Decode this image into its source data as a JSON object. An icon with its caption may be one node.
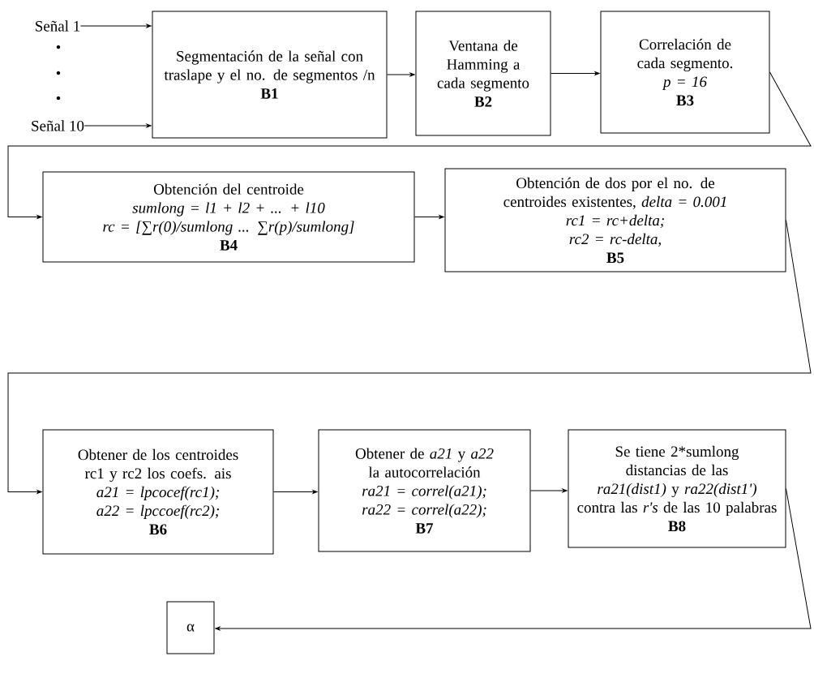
{
  "diagram": {
    "nodes": [
      {
        "text": [
          "Señal 1"
        ]
      },
      {
        "text": [
          "Señal 10"
        ]
      },
      {
        "text": [
          "Segmentación de la señal con traslape y el no. de segmentos /n",
          "B1"
        ]
      },
      {
        "text": [
          "Ventana de Hamming a cada segmento",
          "B2"
        ]
      },
      {
        "text": [
          "Correlación de cada segmento.",
          "p = 16",
          "B3"
        ]
      },
      {
        "text": [
          "Obtención del centroide",
          "sumlong = l1 + l2 + ... + l10",
          "rc = [∑r(0)/sumlong ... ∑r(p)/sumlong]",
          "B4"
        ]
      },
      {
        "text": [
          "Obtención de dos por el no. de centroides existentes, *delta = 0.001*",
          "rc1 = rc+delta;",
          "rc2 = rc-delta,",
          "B5"
        ]
      },
      {
        "text": [
          "Obtener de los centroides rc1 y rc2 los coefs. ais",
          "a21 = lpcocef(rc1);",
          "a22 = lpccoef(rc2);",
          "B6"
        ]
      },
      {
        "text": [
          "Obtener de *a21* y *a22* la autocorrelación",
          "ra21 = correl(a21);",
          "ra22 = correl(a22);",
          "B7"
        ]
      },
      {
        "text": [
          "Se tiene 2*sumlong distancias de las",
          "*ra21(dist1)* y *ra22(dist1')* contra las *r's* de las 10 palabras",
          "B8"
        ]
      },
      {
        "text": [
          "α"
        ]
      }
    ],
    "edges": [
      {
        "from": 0,
        "to": 2,
        "arrow": "to"
      },
      {
        "from": 1,
        "to": 2,
        "arrow": "to"
      },
      {
        "from": 2,
        "to": 3,
        "arrow": "to"
      },
      {
        "from": 3,
        "to": 4,
        "arrow": "to"
      },
      {
        "from": 4,
        "to": 5,
        "arrow": "to"
      },
      {
        "from": 5,
        "to": 6,
        "arrow": "to"
      },
      {
        "from": 6,
        "to": 7,
        "arrow": "to"
      },
      {
        "from": 7,
        "to": 8,
        "arrow": "to"
      },
      {
        "from": 8,
        "to": 9,
        "arrow": "to"
      },
      {
        "from": 9,
        "to": 10,
        "arrow": "to"
      }
    ],
    "labels": [
      "•",
      "•",
      "•"
    ]
  }
}
